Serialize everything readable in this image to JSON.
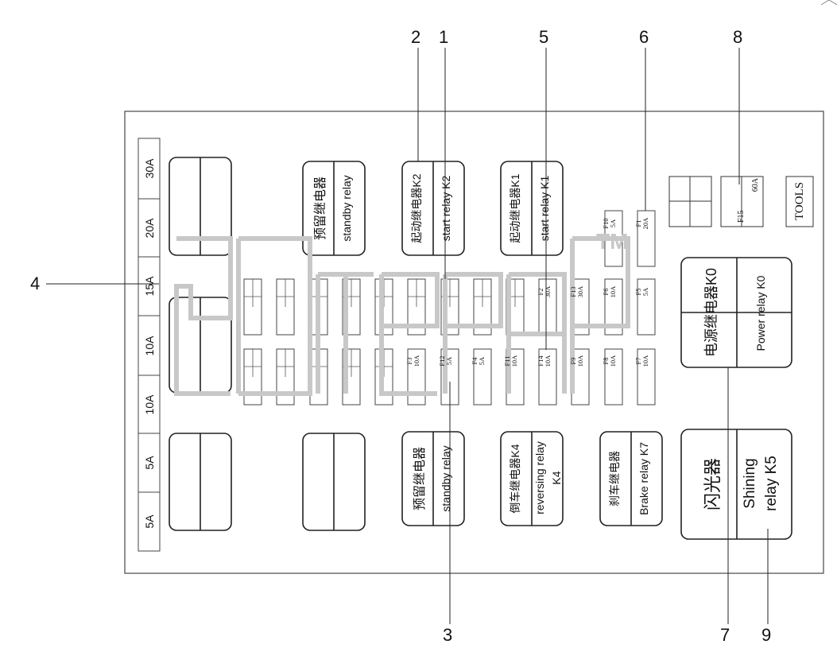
{
  "callouts": [
    "1",
    "2",
    "3",
    "4",
    "5",
    "6",
    "7",
    "8",
    "9"
  ],
  "side_ratings": [
    "30A",
    "20A",
    "15A",
    "10A",
    "10A",
    "5A",
    "5A"
  ],
  "relays": {
    "standby_top": {
      "cn": "预留继电器",
      "en": "standby relay"
    },
    "start_k2": {
      "cn": "起动继电器K2",
      "en": "start relay K2"
    },
    "start_k1": {
      "cn": "起动继电器K1",
      "en": "start relay K1"
    },
    "power_k0": {
      "cn": "电源继电器K0",
      "en": "Power relay K0"
    },
    "standby_bottom": {
      "cn": "预留继电器",
      "en": "standby relay"
    },
    "reversing_k4": {
      "cn": "倒车继电器K4",
      "en1": "reversing relay",
      "en2": "K4"
    },
    "brake_k7": {
      "cn": "刹车继电器",
      "en": "Brake relay K7"
    },
    "shining_k5": {
      "cn": "闪光器",
      "en1": "Shining",
      "en2": "relay K5"
    }
  },
  "fuses": {
    "F1": {
      "id": "F1",
      "rating": "20A"
    },
    "F2": {
      "id": "F2",
      "rating": "30A"
    },
    "F3": {
      "id": "F3",
      "rating": "10A"
    },
    "F4": {
      "id": "F4",
      "rating": "5A"
    },
    "F5": {
      "id": "F5",
      "rating": "5A"
    },
    "F6": {
      "id": "F6",
      "rating": "10A"
    },
    "F7": {
      "id": "F7",
      "rating": "10A"
    },
    "F8": {
      "id": "F8",
      "rating": "10A"
    },
    "F9": {
      "id": "F9",
      "rating": "10A"
    },
    "F10": {
      "id": "F10",
      "rating": "5A"
    },
    "F11": {
      "id": "F11",
      "rating": "10A"
    },
    "F12": {
      "id": "F12",
      "rating": "5A"
    },
    "F13": {
      "id": "F13",
      "rating": "30A"
    },
    "F14": {
      "id": "F14",
      "rating": "10A"
    },
    "F15": {
      "id": "F15",
      "rating": "60A"
    }
  },
  "tools_label": "TOOLS",
  "watermark_tm": "TM",
  "colors": {
    "line": "#222222",
    "panel": "#555555",
    "watermark": "#c8c8c8"
  }
}
